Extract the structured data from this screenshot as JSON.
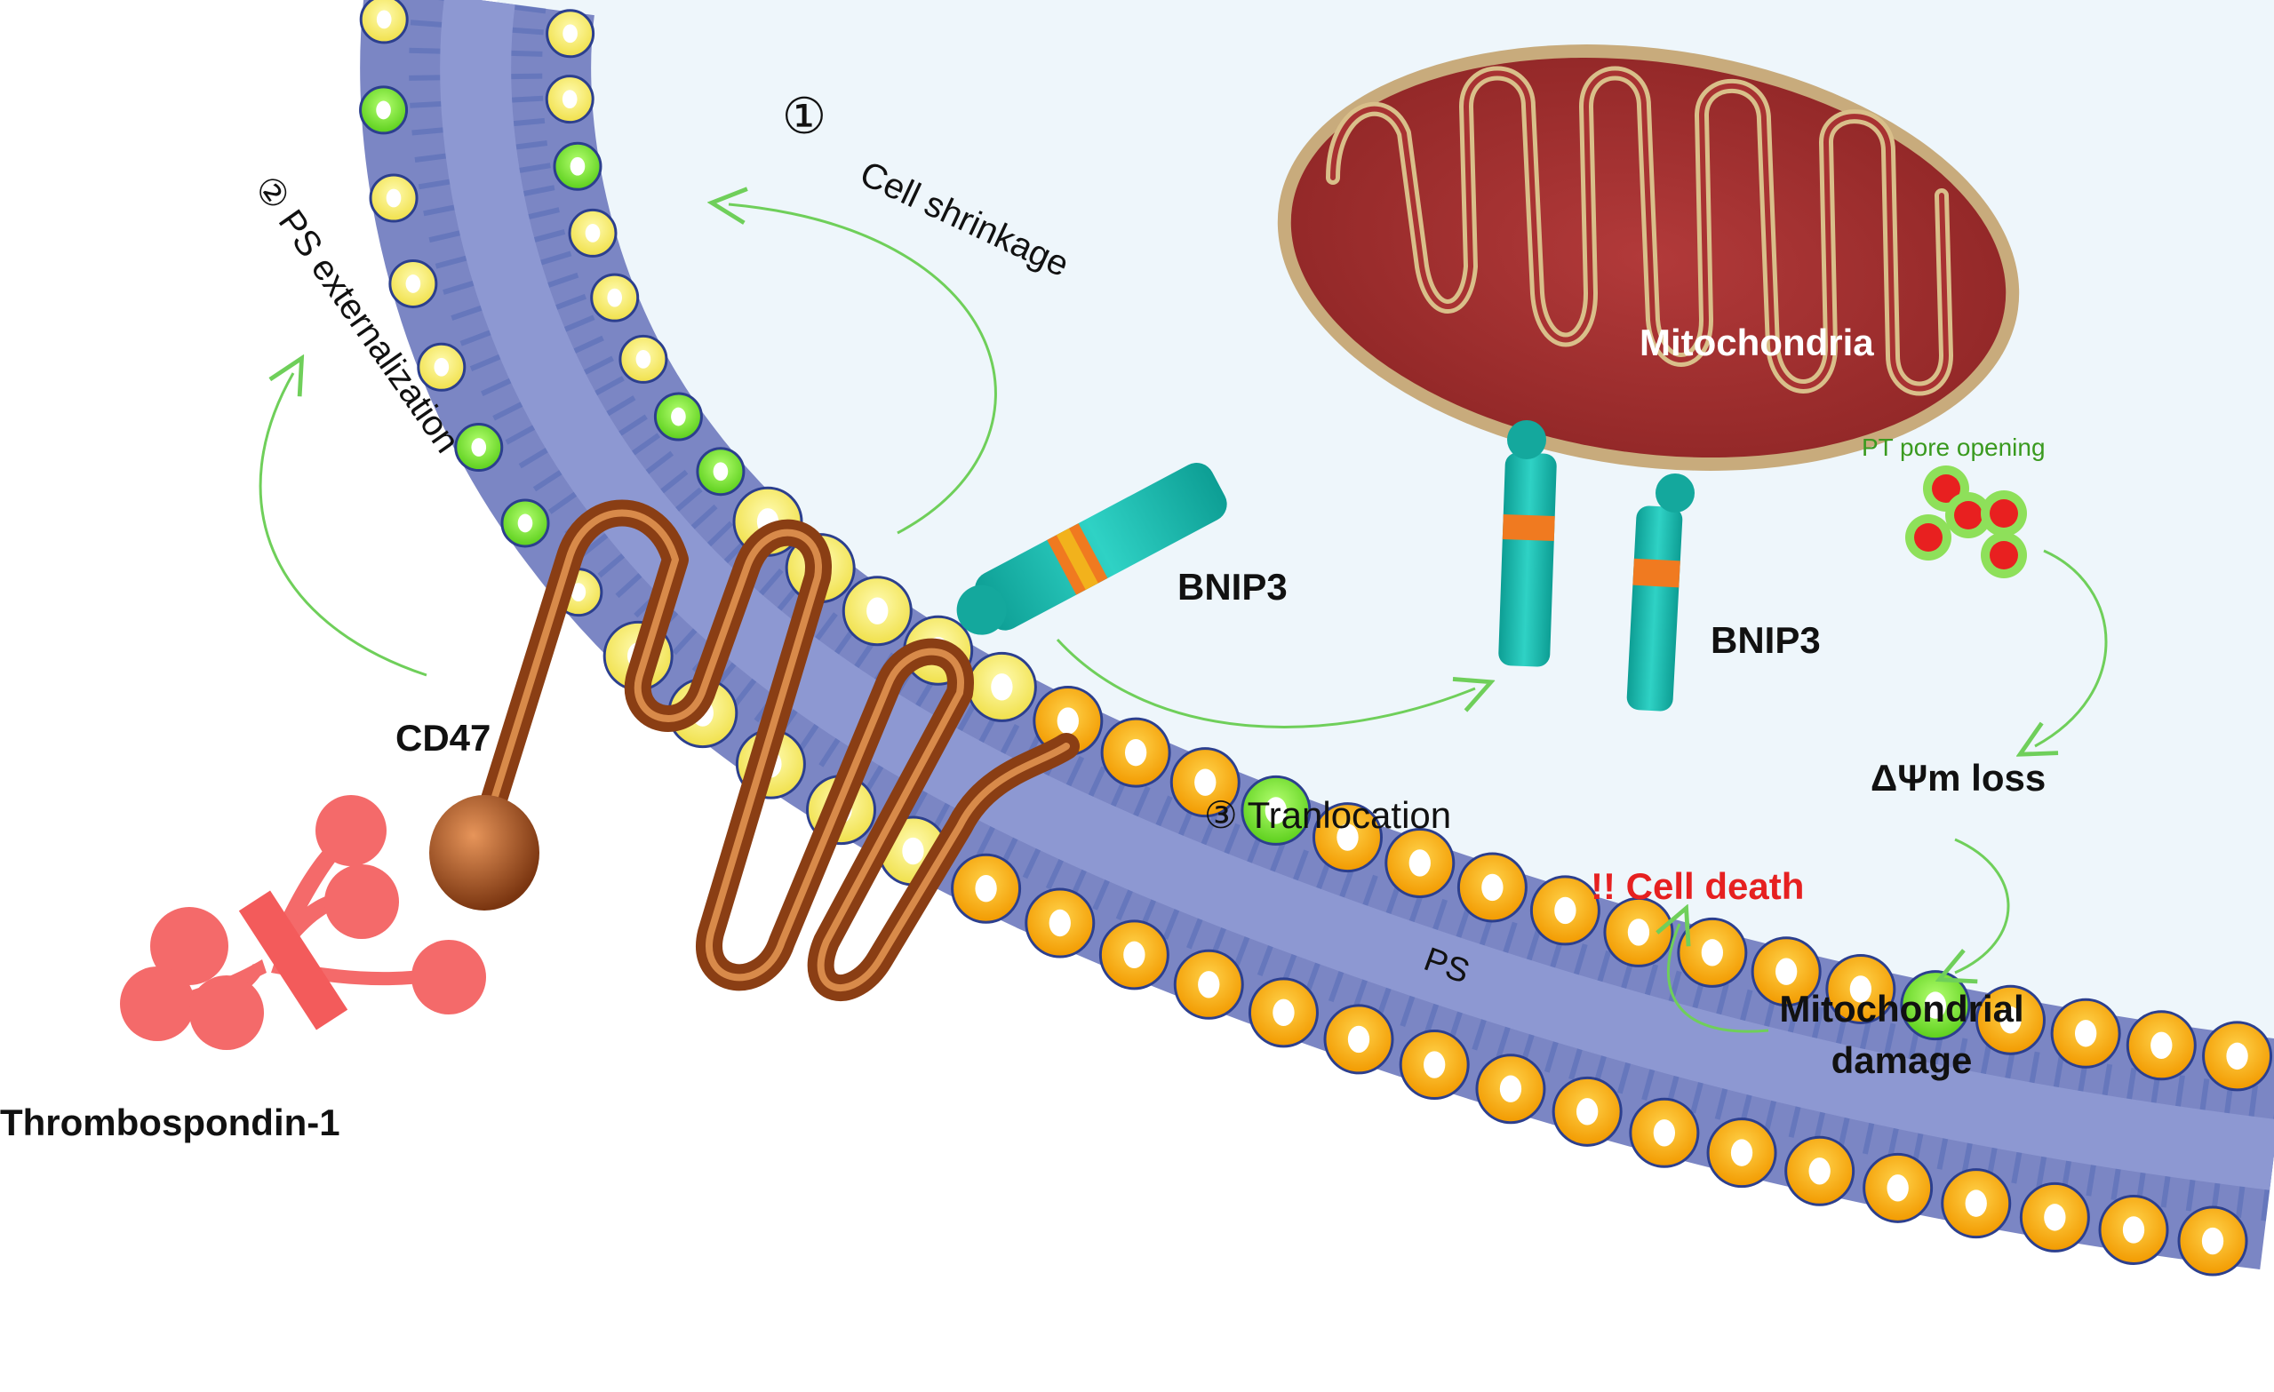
{
  "labels": {
    "step1_number": "①",
    "step1_text": "Cell shrinkage",
    "step2_text": "② PS externalization",
    "step3_text": "③ Tranlocation",
    "cd47": "CD47",
    "thrombospondin": "Thrombospondin-1",
    "bnip3_membrane": "BNIP3",
    "bnip3_mito": "BNIP3",
    "mitochondria": "Mitochondria",
    "pt_pore": "PT pore opening",
    "delta_psi": "ΔΨm loss",
    "mito_damage_line1": "Mitochondrial",
    "mito_damage_line2": "damage",
    "cell_death": "!! Cell death",
    "ps": "PS"
  },
  "colors": {
    "cytoplasm": "#eef6fb",
    "membrane": "#7b86c4",
    "membrane_dark": "#3f5bb0",
    "phospholipid_head": "#f7a800",
    "ps_head": "#7fe234",
    "yellow_head": "#f2e000",
    "cd47": "#9b4a1b",
    "thrombospondin": "#f46a6a",
    "bnip3": "#14b3a7",
    "bnip3_band": "#f07a20",
    "mitochondria": "#a83232",
    "mitochondria_rim": "#c8a878",
    "arrow": "#6fcf5a",
    "death_text": "#e62020",
    "pt_text": "#3a9a1f"
  }
}
